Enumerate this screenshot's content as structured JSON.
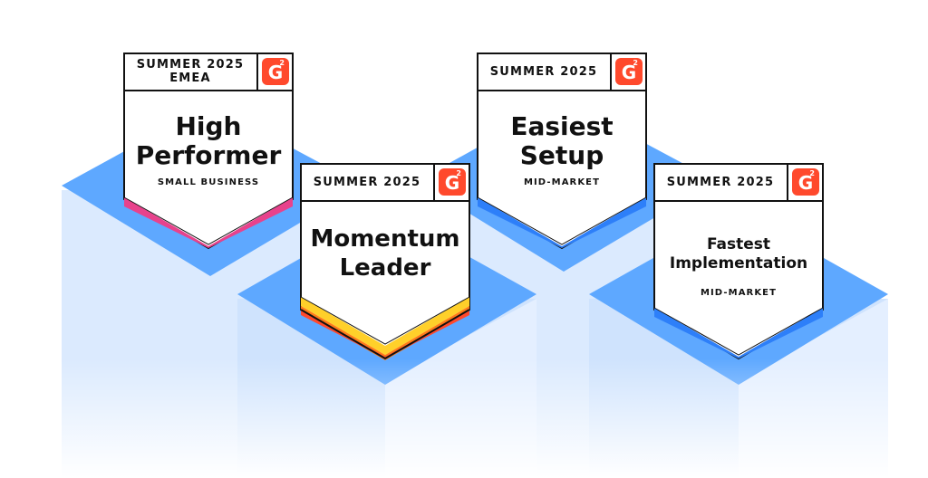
{
  "badges": [
    {
      "season": "SUMMER 2025",
      "region": "EMEA",
      "title_lines": [
        "High",
        "Performer"
      ],
      "segment": "SMALL BUSINESS",
      "stripe_colors": [
        "#e8428c"
      ],
      "logo": "g2-logo-icon"
    },
    {
      "season": "SUMMER 2025",
      "title_lines": [
        "Momentum",
        "Leader"
      ],
      "segment": "",
      "stripe_colors": [
        "#ffd02a",
        "#ff7a1a",
        "#ff492c"
      ],
      "logo": "g2-logo-icon"
    },
    {
      "season": "SUMMER 2025",
      "title_lines": [
        "Easiest",
        "Setup"
      ],
      "segment": "MID-MARKET",
      "stripe_colors": [
        "#2d7ff9"
      ],
      "logo": "g2-logo-icon"
    },
    {
      "season": "SUMMER 2025",
      "title_lines": [
        "Fastest",
        "Implementation"
      ],
      "segment": "MID-MARKET",
      "stripe_colors": [
        "#2d7ff9"
      ],
      "logo": "g2-logo-icon"
    }
  ],
  "logo": {
    "letter": "G",
    "superscript": "2",
    "color": "#ff492c"
  },
  "colors": {
    "pedestal_top": "#5ea8ff",
    "pedestal_side": "#d6e8ff",
    "pedestal_side_light": "#e8f2ff"
  }
}
